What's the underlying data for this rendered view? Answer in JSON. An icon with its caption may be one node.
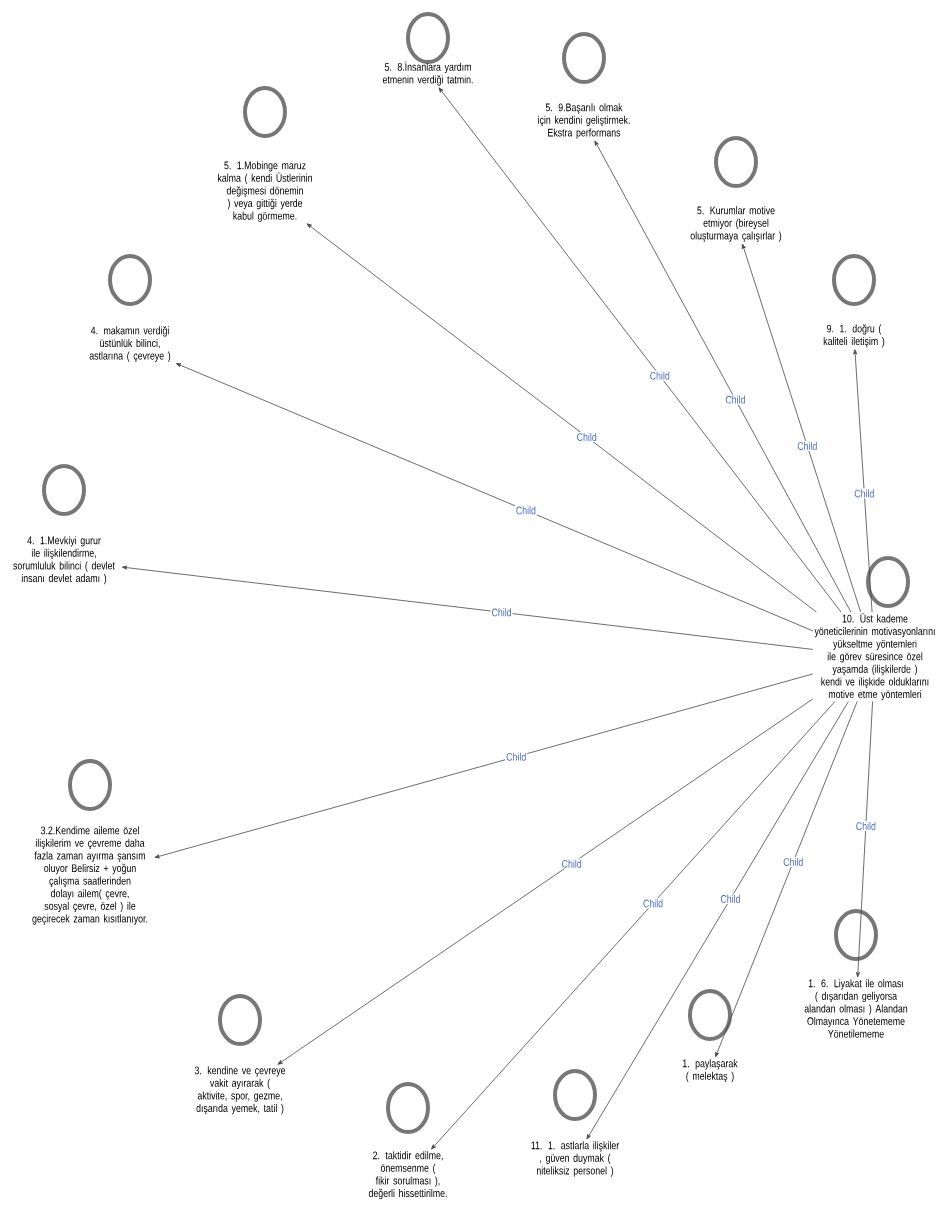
{
  "diagram": {
    "nodes": [
      {
        "text": [
          "5. 8.İnsanlara yardım etmenin verdiği tatmin."
        ]
      },
      {
        "text": [
          "5. 9.Başarılı olmak için kendini geliştirmek. Ekstra performans"
        ]
      },
      {
        "text": [
          "5. 1.Mobinge maruz kalma ( kendi Üstlerinin değişmesi dönemin ) veya gittiği yerde kabul görmeme."
        ]
      },
      {
        "text": [
          "5. Kurumlar motive etmiyor  (bireysel oluşturmaya çalışırlar )"
        ]
      },
      {
        "text": [
          "4. makamın verdiği üstünlük bilinci, astlarına ( çevreye )"
        ]
      },
      {
        "text": [
          "9. 1. doğru ( kaliteli iletişim )"
        ]
      },
      {
        "text": [
          "4. 1.Mevkiyi gurur ile ilişkilendirme, sorumluluk bilinci ( devlet insanı devlet adamı )"
        ]
      },
      {
        "text": [
          "10. Üst kademe yöneticilerinin motivasyonlarını yükseltme yöntemleri ile görev süresince  özel yaşamda (ilişkilerde ) kendi ve ilişkide olduklarını motive etme yöntemleri"
        ]
      },
      {
        "text": [
          "3.2.Kendime aileme özel ilişkilerim ve çevreme daha fazla zaman ayırma şansım oluyor Belirsiz + yoğun çalışma saatlerinden dolayı ailem( çevre, sosyal çevre, özel ) ile geçirecek zaman kısıtlanıyor."
        ]
      },
      {
        "text": [
          "1. 6. Liyakat ile olması ( dışarıdan geliyorsa alandan olması ) Alandan Olmayınca Yönetememe Yönetilememe"
        ]
      },
      {
        "text": [
          "1. paylaşarak ( melektaş )"
        ]
      },
      {
        "text": [
          "3. kendine ve çevreye vakit ayırarak ( aktivite, spor, gezme, dışarıda yemek, tatil )"
        ]
      },
      {
        "text": [
          "11. 1. astlarla ilişkiler , güven duymak ( niteliksiz personel )"
        ]
      },
      {
        "text": [
          "2. taktidir edilme, önemsenme ( fikir sorulması ), değerli hissettirilme."
        ]
      }
    ],
    "edges": [
      {
        "from": 7,
        "to": 0,
        "arrow": "to",
        "label": "Child"
      },
      {
        "from": 7,
        "to": 1,
        "arrow": "to",
        "label": "Child"
      },
      {
        "from": 7,
        "to": 2,
        "arrow": "to",
        "label": "Child"
      },
      {
        "from": 7,
        "to": 3,
        "arrow": "to",
        "label": "Child"
      },
      {
        "from": 7,
        "to": 4,
        "arrow": "to",
        "label": "Child"
      },
      {
        "from": 7,
        "to": 5,
        "arrow": "to",
        "label": "Child"
      },
      {
        "from": 7,
        "to": 6,
        "arrow": "to",
        "label": "Child"
      },
      {
        "from": 7,
        "to": 8,
        "arrow": "to",
        "label": "Child"
      },
      {
        "from": 7,
        "to": 9,
        "arrow": "to",
        "label": "Child"
      },
      {
        "from": 7,
        "to": 10,
        "arrow": "to",
        "label": "Child"
      },
      {
        "from": 7,
        "to": 11,
        "arrow": "to",
        "label": "Child"
      },
      {
        "from": 7,
        "to": 12,
        "arrow": "to",
        "label": "Child"
      },
      {
        "from": 7,
        "to": 13,
        "arrow": "to",
        "label": "Child"
      }
    ]
  }
}
